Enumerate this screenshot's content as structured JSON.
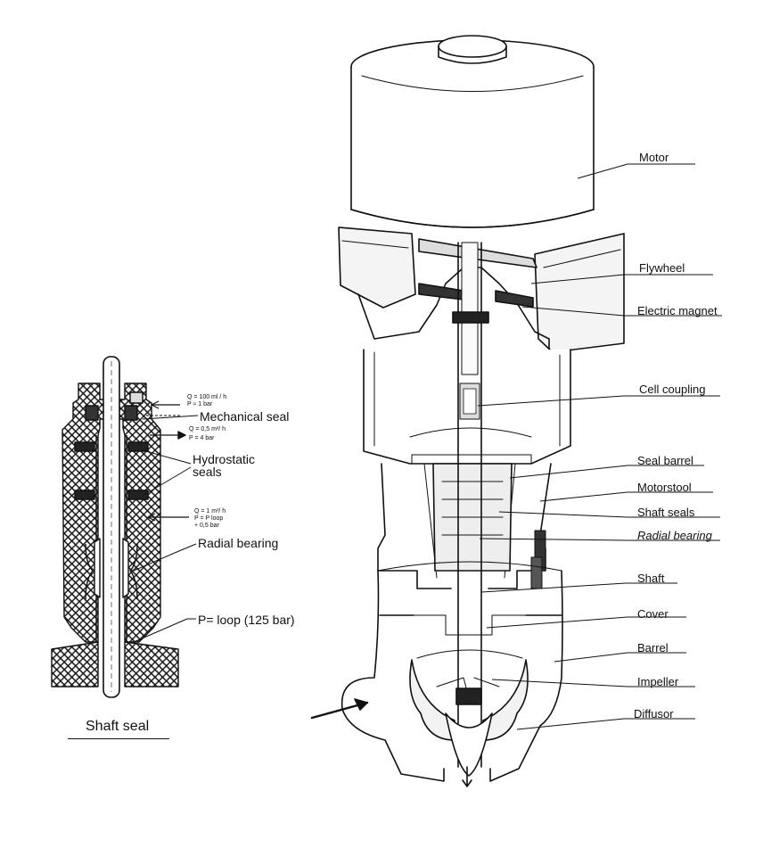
{
  "pump_labels": {
    "motor": "Motor",
    "flywheel": "Flywheel",
    "electric_magnet": "Electric magnet",
    "cell_coupling": "Cell coupling",
    "seal_barrel": "Seal barrel",
    "motorstool": "Motorstool",
    "shaft_seals": "Shaft seals",
    "radial_bearing": "Radial bearing",
    "shaft": "Shaft",
    "cover": "Cover",
    "barrel": "Barrel",
    "impeller": "Impeller",
    "diffusor": "Diffusor"
  },
  "seal_labels": {
    "mechanical_seal": "Mechanical seal",
    "hydrostatic_line1": "Hydrostatic",
    "hydrostatic_line2": "seals",
    "radial_bearing": "Radial bearing",
    "pressure_loop": "P=  loop  (125 bar)",
    "caption": "Shaft seal"
  },
  "flow_notes": {
    "top_q": "Q = 100 ml / h",
    "top_p": "P ≈ 1  bar",
    "mid_q": "Q = 0,5  m³/ h",
    "mid_p": "P = 4  bar",
    "low_q": "Q = 1  m³/ h",
    "low_p": "P = P   loop",
    "low_dp": "+ 0,5  bar"
  }
}
